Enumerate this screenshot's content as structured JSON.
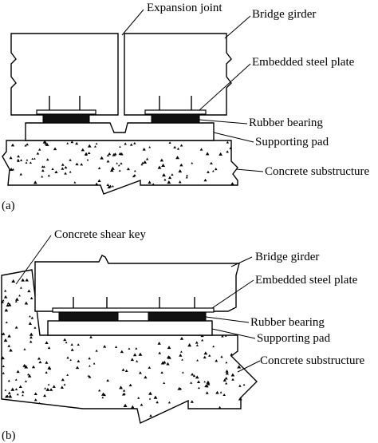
{
  "figure": {
    "colors": {
      "ink": "#000000",
      "paper": "#ffffff",
      "rubber": "#111111"
    },
    "panel_a": {
      "tag": "(a)",
      "labels": {
        "expansion_joint": "Expansion joint",
        "bridge_girder": "Bridge girder",
        "embedded_steel_plate": "Embedded steel plate",
        "rubber_bearing": "Rubber bearing",
        "supporting_pad": "Supporting pad",
        "concrete_substructure": "Concrete substructure"
      }
    },
    "panel_b": {
      "tag": "(b)",
      "labels": {
        "concrete_shear_key": "Concrete shear key",
        "bridge_girder": "Bridge girder",
        "embedded_steel_plate": "Embedded steel plate",
        "rubber_bearing": "Rubber bearing",
        "supporting_pad": "Supporting pad",
        "concrete_substructure": "Concrete substructure"
      }
    }
  }
}
